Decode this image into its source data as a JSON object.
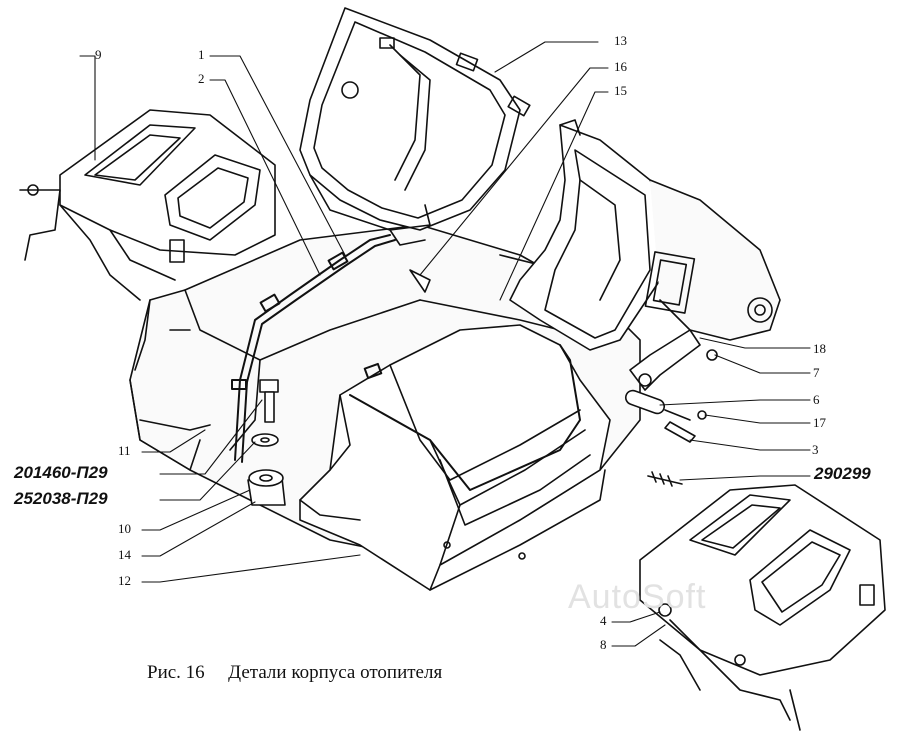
{
  "caption": {
    "figure": "Рис. 16",
    "title": "Детали корпуса отопителя"
  },
  "watermark": "AutoSoft",
  "callouts": {
    "c1": "1",
    "c2": "2",
    "c3": "3",
    "c4": "4",
    "c6": "6",
    "c7": "7",
    "c8": "8",
    "c9": "9",
    "c10": "10",
    "c11": "11",
    "c12": "12",
    "c13": "13",
    "c14": "14",
    "c15": "15",
    "c16": "16",
    "c17": "17",
    "c18": "18"
  },
  "part_numbers": {
    "bolt": "201460-П29",
    "washer": "252038-П29",
    "screw": "290299"
  }
}
